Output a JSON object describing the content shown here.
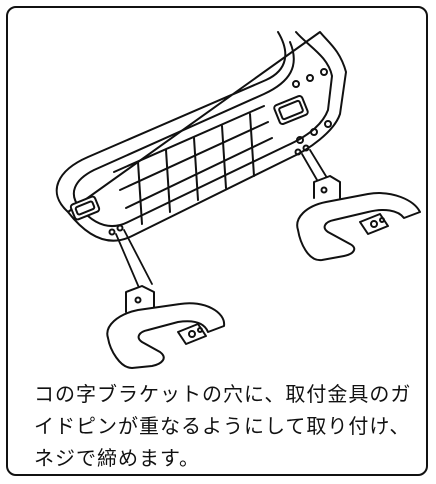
{
  "caption": {
    "line1": "コの字ブラケットの穴に、取付金具のガ",
    "line2": "イドピンが重なるようにして取り付け、",
    "line3": "ネジで締めます。"
  }
}
